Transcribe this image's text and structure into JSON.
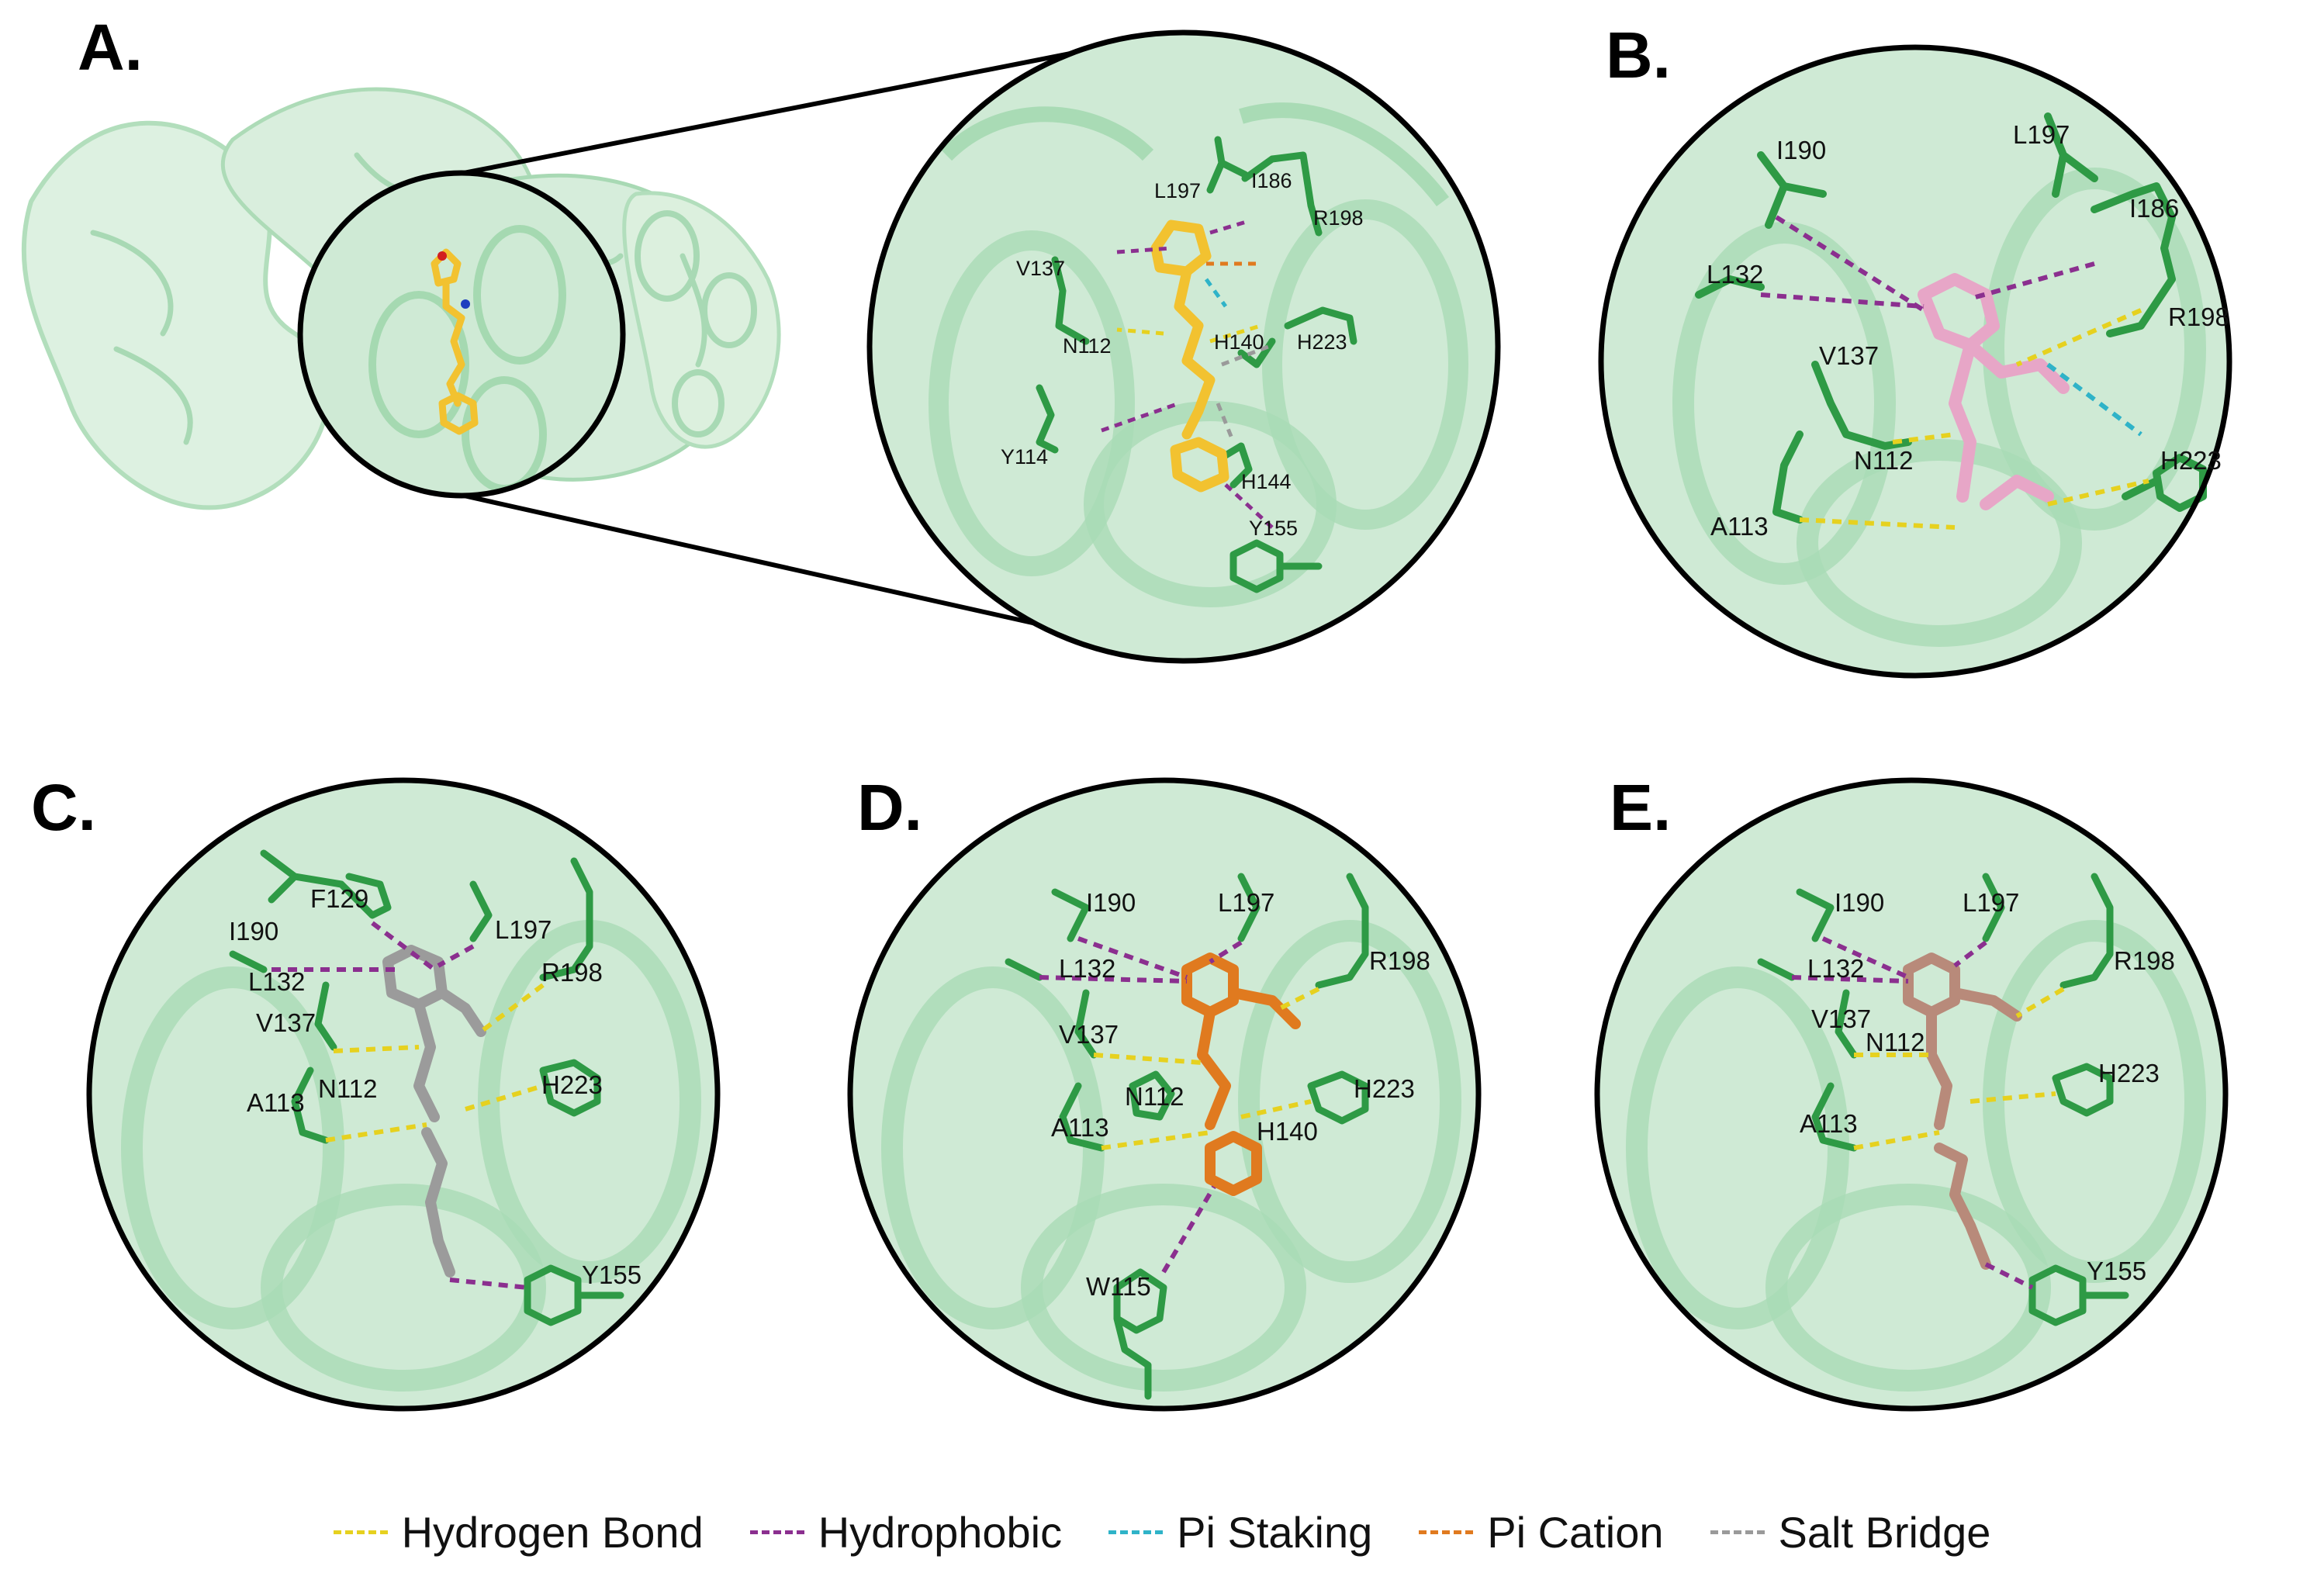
{
  "panels": [
    {
      "letter": "A."
    },
    {
      "letter": "B."
    },
    {
      "letter": "C."
    },
    {
      "letter": "D."
    },
    {
      "letter": "E."
    }
  ],
  "panel_a_zoom": {
    "residues": [
      "L197",
      "I186",
      "R198",
      "V137",
      "N112",
      "H140",
      "H223",
      "Y114",
      "H144",
      "Y155"
    ]
  },
  "panel_b": {
    "residues": [
      "I190",
      "L197",
      "I186",
      "L132",
      "R198",
      "V137",
      "N112",
      "H223",
      "A113"
    ]
  },
  "panel_c": {
    "residues": [
      "F129",
      "I190",
      "L197",
      "L132",
      "R198",
      "V137",
      "N112",
      "H223",
      "A113",
      "Y155"
    ]
  },
  "panel_d": {
    "residues": [
      "I190",
      "L197",
      "R198",
      "L132",
      "V137",
      "N112",
      "H223",
      "A113",
      "H140",
      "W115"
    ]
  },
  "panel_e": {
    "residues": [
      "I190",
      "L197",
      "R198",
      "L132",
      "V137",
      "N112",
      "H223",
      "A113",
      "Y155"
    ]
  },
  "legend": [
    {
      "label": "Hydrogen Bond",
      "color": "#e6d11f"
    },
    {
      "label": "Hydrophobic",
      "color": "#8b2f8f"
    },
    {
      "label": "Pi Staking",
      "color": "#2fb3c8"
    },
    {
      "label": "Pi Cation",
      "color": "#e07a1f"
    },
    {
      "label": "Salt Bridge",
      "color": "#9a9a9a"
    }
  ],
  "colors": {
    "protein": "#bfe3c7",
    "protein_edge": "#8fcf9f",
    "residue": "#2e9a45",
    "nitrogen": "#1f3fbf",
    "oxygen": "#d21f1f",
    "ligand_a": "#f2c230",
    "ligand_b": "#e7a6c7",
    "ligand_c": "#9b9b9b",
    "ligand_d": "#e07a1f",
    "ligand_e": "#b88a7a"
  }
}
